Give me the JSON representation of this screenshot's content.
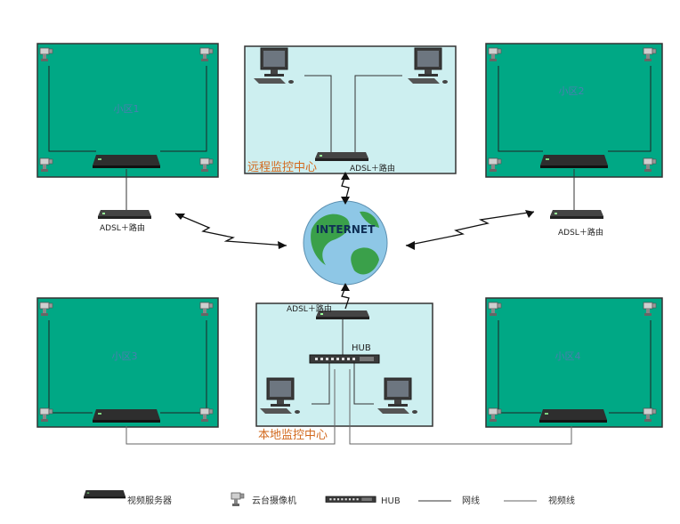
{
  "zones": [
    {
      "id": "zone-1",
      "label": "小区1"
    },
    {
      "id": "zone-2",
      "label": "小区2"
    },
    {
      "id": "zone-3",
      "label": "小区3"
    },
    {
      "id": "zone-4",
      "label": "小区4"
    }
  ],
  "remote_center": {
    "label": "远程监控中心",
    "router_label": "ADSL＋路由"
  },
  "local_center": {
    "label": "本地监控中心",
    "router_label": "ADSL＋路由",
    "hub_label": "HUB"
  },
  "left_router_label": "ADSL＋路由",
  "right_router_label": "ADSL＋路由",
  "internet_label": "INTERNET",
  "legend": {
    "server": "视频服务器",
    "camera": "云台摄像机",
    "hub": "HUB",
    "network_line": "网线",
    "video_line": "视频线"
  },
  "colors": {
    "zone_fill": "#00a885",
    "center_fill": "#cdeff0",
    "globe_land": "#3aa04a",
    "globe_sea": "#8ec7e6"
  }
}
